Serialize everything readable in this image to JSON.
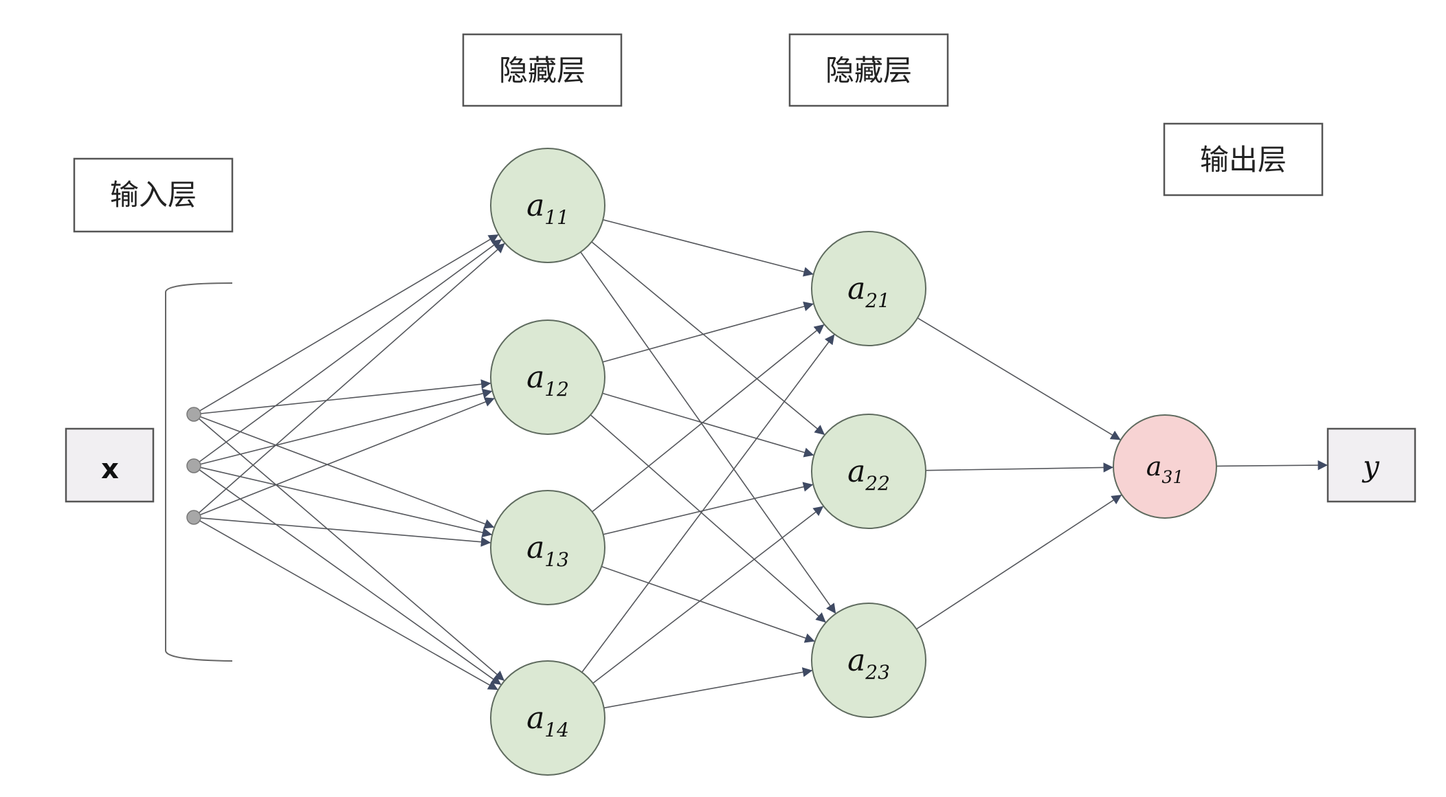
{
  "labels": {
    "input_layer": "输入层",
    "hidden_layer_1": "隐藏层",
    "hidden_layer_2": "隐藏层",
    "output_layer": "输出层"
  },
  "input": {
    "label": "x"
  },
  "output": {
    "label": "y"
  },
  "nodes": {
    "a11": {
      "base": "a",
      "sub": "11"
    },
    "a12": {
      "base": "a",
      "sub": "12"
    },
    "a13": {
      "base": "a",
      "sub": "13"
    },
    "a14": {
      "base": "a",
      "sub": "14"
    },
    "a21": {
      "base": "a",
      "sub": "21"
    },
    "a22": {
      "base": "a",
      "sub": "22"
    },
    "a23": {
      "base": "a",
      "sub": "23"
    },
    "a31": {
      "base": "a",
      "sub": "31"
    }
  },
  "colors": {
    "hidden_node": "#dbe8d3",
    "output_node": "#f7d3d3",
    "edge": "#55575c",
    "arrow": "#3f4a63"
  },
  "edges": [
    [
      "in1",
      "a11"
    ],
    [
      "in1",
      "a12"
    ],
    [
      "in1",
      "a13"
    ],
    [
      "in1",
      "a14"
    ],
    [
      "in2",
      "a11"
    ],
    [
      "in2",
      "a12"
    ],
    [
      "in2",
      "a13"
    ],
    [
      "in2",
      "a14"
    ],
    [
      "in3",
      "a11"
    ],
    [
      "in3",
      "a12"
    ],
    [
      "in3",
      "a13"
    ],
    [
      "in3",
      "a14"
    ],
    [
      "a11",
      "a21"
    ],
    [
      "a11",
      "a22"
    ],
    [
      "a11",
      "a23"
    ],
    [
      "a12",
      "a21"
    ],
    [
      "a12",
      "a22"
    ],
    [
      "a12",
      "a23"
    ],
    [
      "a13",
      "a21"
    ],
    [
      "a13",
      "a22"
    ],
    [
      "a13",
      "a23"
    ],
    [
      "a14",
      "a21"
    ],
    [
      "a14",
      "a22"
    ],
    [
      "a14",
      "a23"
    ],
    [
      "a21",
      "a31"
    ],
    [
      "a22",
      "a31"
    ],
    [
      "a23",
      "a31"
    ],
    [
      "a31",
      "y"
    ]
  ]
}
